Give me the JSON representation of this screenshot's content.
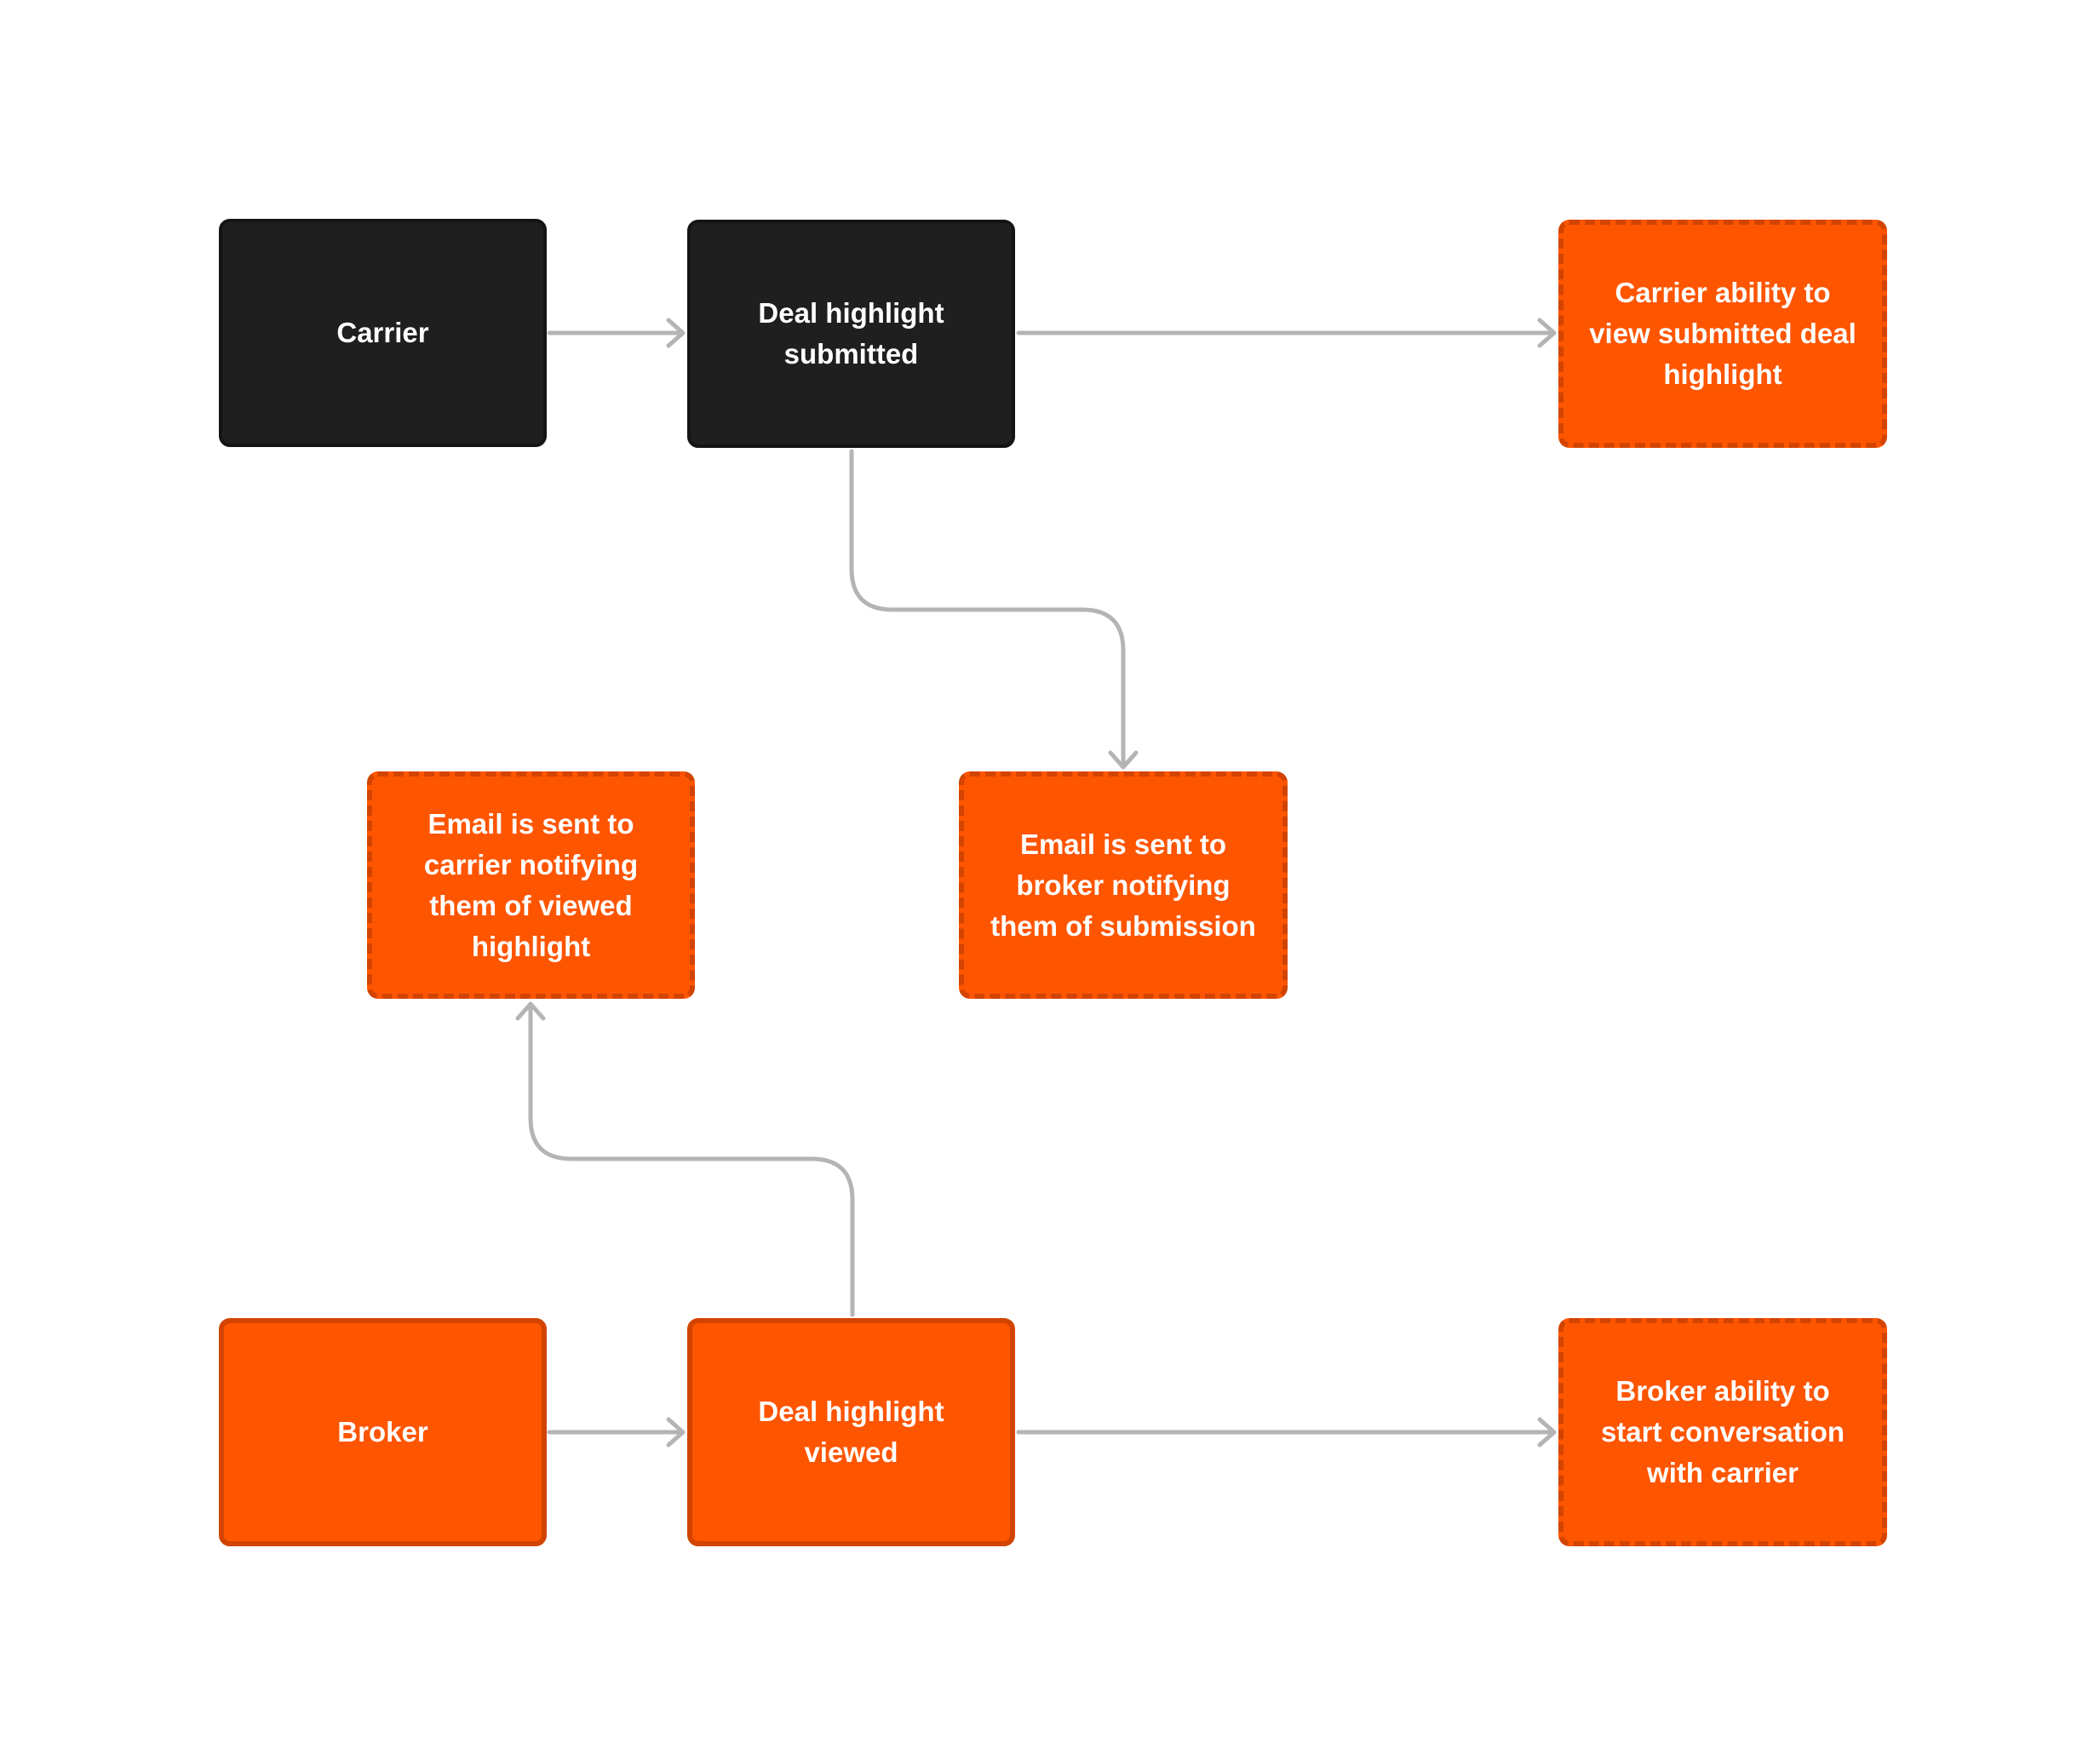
{
  "colors": {
    "dark_node": "#1f1f20",
    "accent_orange": "#fe5500",
    "orange_border": "#d24400",
    "connector": "#b4b4b4",
    "background": "#ffffff"
  },
  "nodes": {
    "carrier": {
      "label": "Carrier",
      "style": "dark-solid"
    },
    "deal_highlight_submitted": {
      "label": "Deal highlight\nsubmitted",
      "style": "dark-solid"
    },
    "carrier_view_submitted": {
      "label": "Carrier ability to\nview submitted deal\nhighlight",
      "style": "orange-dashed"
    },
    "email_to_carrier": {
      "label": "Email is sent to\ncarrier notifying\nthem of viewed\nhighlight",
      "style": "orange-dashed"
    },
    "email_to_broker": {
      "label": "Email is sent to\nbroker notifying\nthem of submission",
      "style": "orange-dashed"
    },
    "broker": {
      "label": "Broker",
      "style": "orange-solid"
    },
    "deal_highlight_viewed": {
      "label": "Deal highlight\nviewed",
      "style": "orange-solid"
    },
    "broker_start_conversation": {
      "label": "Broker ability to\nstart conversation\nwith carrier",
      "style": "orange-dashed"
    }
  },
  "edges": [
    {
      "from": "carrier",
      "to": "deal_highlight_submitted"
    },
    {
      "from": "deal_highlight_submitted",
      "to": "carrier_view_submitted"
    },
    {
      "from": "deal_highlight_submitted",
      "to": "email_to_broker"
    },
    {
      "from": "broker",
      "to": "deal_highlight_viewed"
    },
    {
      "from": "deal_highlight_viewed",
      "to": "broker_start_conversation"
    },
    {
      "from": "deal_highlight_viewed",
      "to": "email_to_carrier"
    }
  ]
}
